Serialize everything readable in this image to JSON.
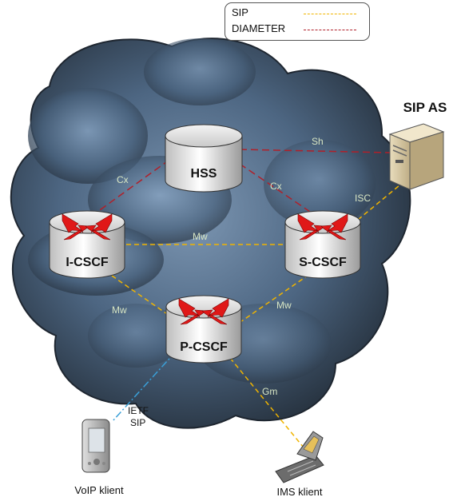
{
  "legend": {
    "sip_label": "SIP",
    "diameter_label": "DIAMETER",
    "sip_color": "#f0b400",
    "diameter_color": "#b0202a"
  },
  "nodes": {
    "hss": "HSS",
    "icscf": "I-CSCF",
    "scscf": "S-CSCF",
    "pcscf": "P-CSCF",
    "sip_as": "SIP AS",
    "voip_client": "VoIP klient",
    "ims_client": "IMS klient"
  },
  "interfaces": {
    "sh": "Sh",
    "cx_left": "Cx",
    "cx_right": "Cx",
    "isc": "ISC",
    "mw_top": "Mw",
    "mw_left": "Mw",
    "mw_right": "Mw",
    "gm": "Gm",
    "ietf_line1": "IETF",
    "ietf_line2": "SIP"
  },
  "colors": {
    "cloud_dark": "#2a3340",
    "cloud_light": "#6a86a4",
    "interface_label": "#d8e6c4",
    "ietf_line": "#3aa0d8"
  }
}
